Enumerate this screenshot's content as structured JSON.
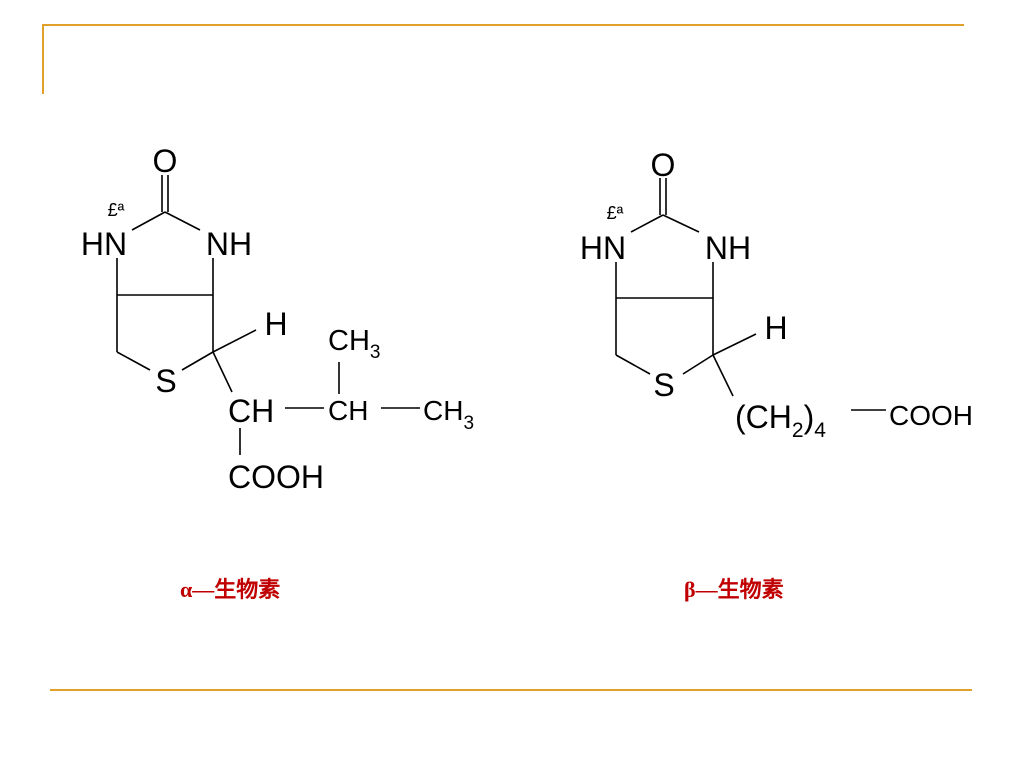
{
  "structures": {
    "alpha": {
      "caption": "α—生物素",
      "atoms": {
        "carbonyl_o": "O",
        "garbled_mark": "£ª",
        "hn": "HN",
        "nh": "NH",
        "h": "H",
        "s": "S",
        "ch3_top": "CH",
        "ch3_top_sub": "3",
        "ch": "CH",
        "ch_mid": "CH",
        "ch3_right": "CH",
        "ch3_right_sub": "3",
        "cooh": "COOH"
      }
    },
    "beta": {
      "caption": "β—生物素",
      "atoms": {
        "carbonyl_o": "O",
        "garbled_mark": "£ª",
        "hn": "HN",
        "nh": "NH",
        "h": "H",
        "s": "S",
        "chain_open": "(CH",
        "chain_sub2": "2",
        "chain_close": ")",
        "chain_sub4": "4",
        "cooh": "COOH"
      }
    }
  },
  "colors": {
    "accent_line": "#e0a12b",
    "caption": "#c00000",
    "structure": "#000000"
  }
}
